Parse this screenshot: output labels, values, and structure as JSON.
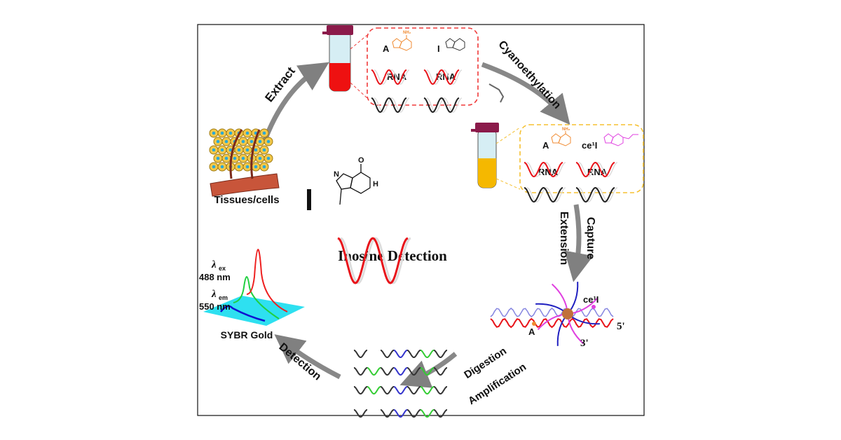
{
  "figure": {
    "center": {
      "base_letter": "I",
      "title": "Inosine Detection"
    },
    "steps": {
      "extract": "Extract",
      "cyanoethylation": "Cyanoethylation",
      "capture": "Capture",
      "extension": "Extension",
      "digestion": "Digestion",
      "amplification": "Amplification",
      "detection": "Detection"
    },
    "source": {
      "label": "Tissues/cells"
    },
    "red_box": {
      "base_a": "A",
      "base_i": "I",
      "rna_1": "RNA",
      "rna_2": "RNA"
    },
    "yellow_box": {
      "base_a": "A",
      "base_ce1i": "ce¹I",
      "rna_1": "RNA",
      "rna_2": "RNA"
    },
    "capture_probe": {
      "ce1i": "ce¹I",
      "base_a": "A",
      "end_5": "5'",
      "end_3": "3'"
    },
    "spectrum": {
      "lambda_ex_symbol": "λ",
      "lambda_ex_sub": "ex",
      "lambda_ex_value": "488 nm",
      "lambda_em_symbol": "λ",
      "lambda_em_sub": "em",
      "lambda_em_value": "550 nm",
      "dye": "SYBR Gold"
    },
    "structure_atoms": {
      "o": "O",
      "n": "N",
      "h": "H",
      "nh2": "NH₂"
    },
    "colors": {
      "rna_red": "#e8141a",
      "tube_cap": "#8b1a4a",
      "red_tube_fill": "#ee1111",
      "yellow_tube_fill": "#f5b800",
      "red_box": "#f03a3a",
      "yellow_box": "#f5c030",
      "arrow": "#808080",
      "adenine": "#f08a30",
      "ce1i": "#e040e0",
      "plane": "#2ee0f0"
    }
  }
}
